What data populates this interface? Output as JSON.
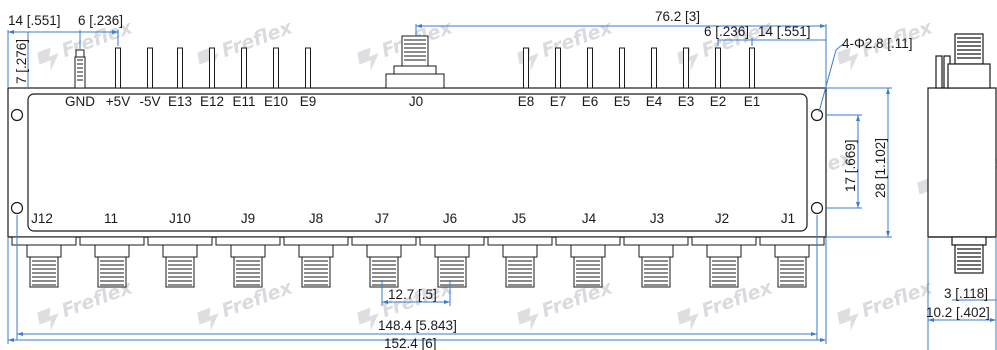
{
  "top_pins": {
    "left": [
      "GND",
      "+5V",
      "-5V",
      "E13",
      "E12",
      "E11",
      "E10",
      "E9"
    ],
    "center": "J0",
    "right": [
      "E8",
      "E7",
      "E6",
      "E5",
      "E4",
      "E3",
      "E2",
      "E1"
    ]
  },
  "bottom_ports": [
    "J12",
    "11",
    "J10",
    "J9",
    "J8",
    "J7",
    "J6",
    "J5",
    "J4",
    "J3",
    "J2",
    "J1"
  ],
  "dimensions": {
    "top_width": "76.2 [3]",
    "top_left_pitch": "14 [.551]",
    "top_left_offset": "6 [.236]",
    "top_right_offset": "6 [.236]",
    "top_right_pitch": "14 [.551]",
    "left_height": "7 [.276]",
    "holes": "4-Φ2.8 [.11]",
    "hole_spacing": "17 [.669]",
    "body_height": "28 [1.102]",
    "port_pitch": "12.7 [.5]",
    "hole_span": "148.4 [5.843]",
    "overall_length": "152.4 [6]",
    "side_offset": "3 [.118]",
    "side_thickness": "10.2 [.402]"
  },
  "watermark": "Freflex",
  "colors": {
    "dimension_line": "#3a7bd5",
    "outline": "#1a1a1a",
    "watermark": "#d9dbde"
  }
}
